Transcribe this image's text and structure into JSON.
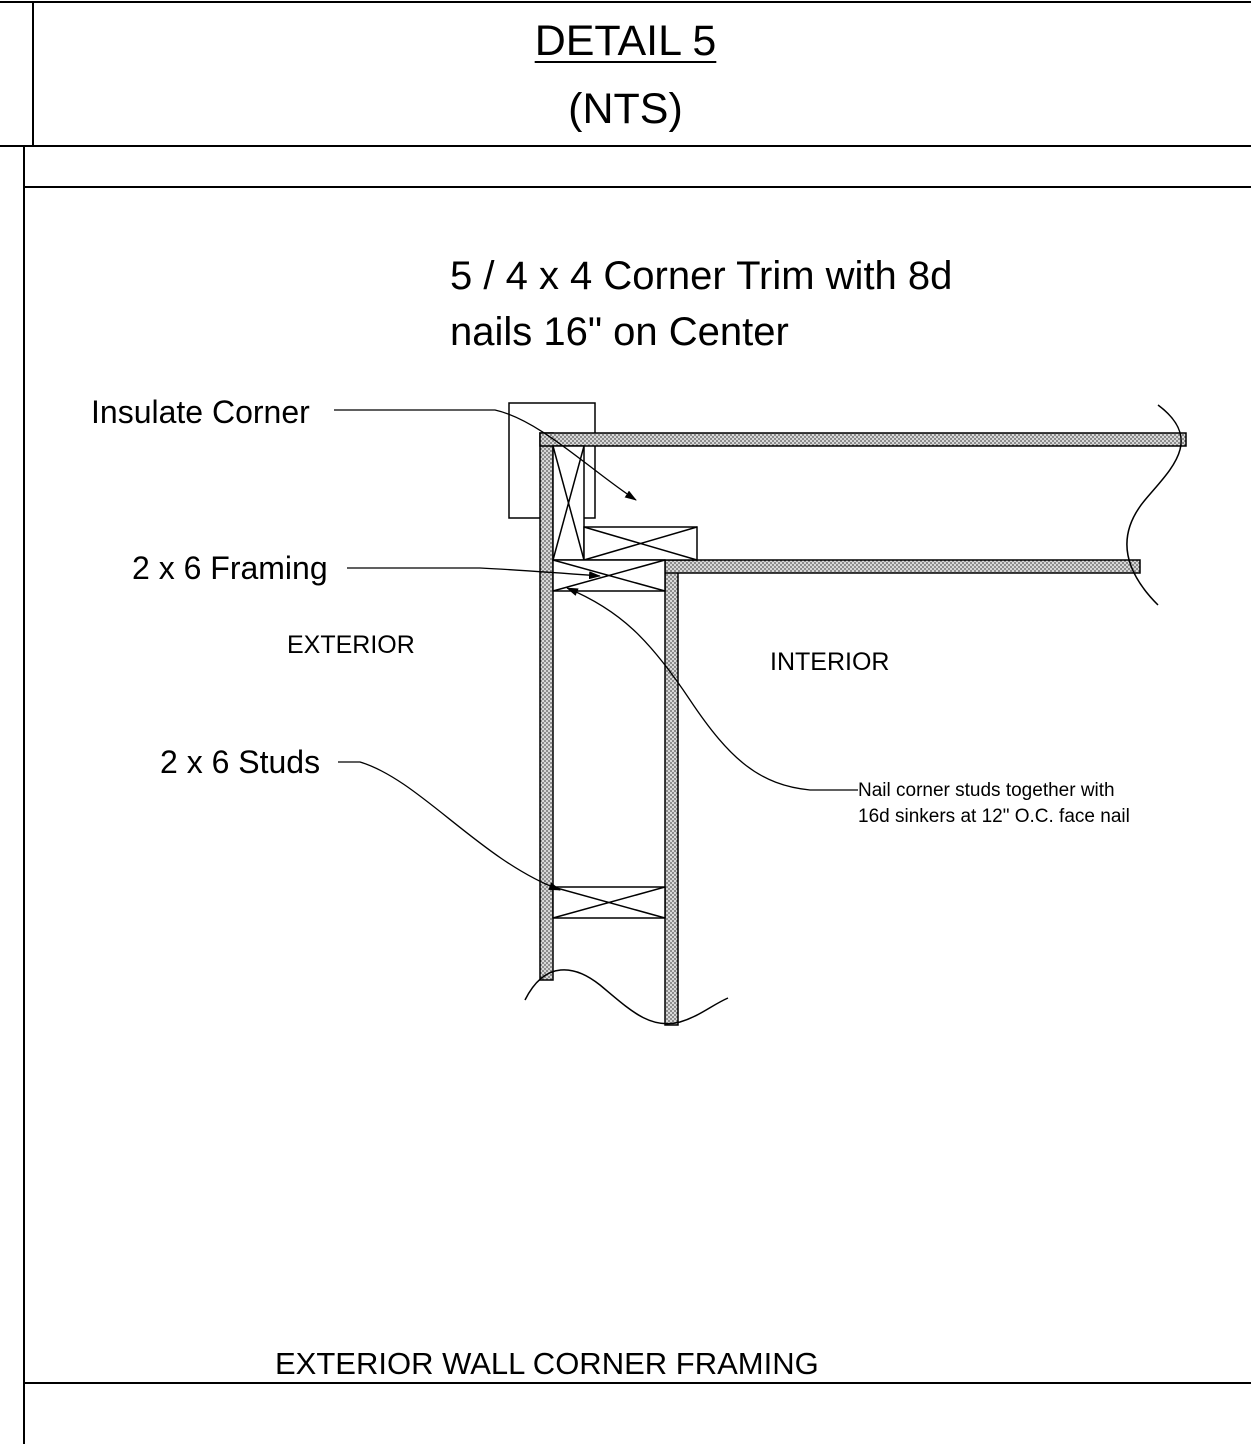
{
  "header": {
    "title": "DETAIL 5",
    "scale": "(NTS)"
  },
  "annotations": {
    "trim_note_line1": "5 / 4 x 4 Corner Trim with 8d",
    "trim_note_line2": "nails 16\" on Center",
    "insulate_corner": "Insulate Corner",
    "framing": "2 x 6 Framing",
    "studs": "2 x 6 Studs",
    "exterior": "EXTERIOR",
    "interior": "INTERIOR",
    "nail_note_line1": "Nail corner studs together with",
    "nail_note_line2": "16d sinkers at 12\" O.C. face nail"
  },
  "footer": {
    "caption": "EXTERIOR WALL CORNER FRAMING"
  },
  "colors": {
    "line": "#000000",
    "sheathing_fill": "#c8c8c8",
    "background": "#ffffff"
  }
}
